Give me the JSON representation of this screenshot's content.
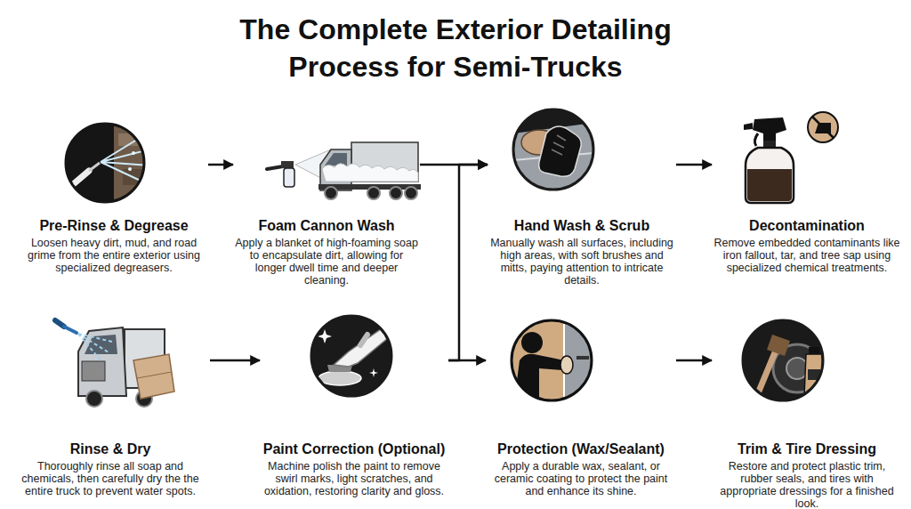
{
  "diagram": {
    "title": "The Complete Exterior Detailing Process for Semi-Trucks",
    "nodes": [
      {
        "text": [
          "Pre-Rinse & Degrease",
          "Loosen heavy dirt, mud, and road grime from the entire exterior using specialized degreasers."
        ]
      },
      {
        "text": [
          "Foam Cannon Wash",
          "Apply a blanket of high-foaming soap to encapsulate dirt, allowing for longer dwell time and deeper cleaning."
        ]
      },
      {
        "text": [
          "Hand Wash & Scrub",
          "Manually wash all surfaces, including high areas, with soft brushes and mitts, paying attention to intricate details."
        ]
      },
      {
        "text": [
          "Decontamination",
          "Remove embedded contaminants like iron fallout, tar, and tree sap using specialized chemical treatments."
        ]
      },
      {
        "text": [
          "Rinse & Dry",
          "Thoroughly rinse all soap and chemicals, then carefully dry the the entire truck to prevent water spots."
        ]
      },
      {
        "text": [
          "Paint Correction (Optional)",
          "Machine polish the paint to remove swirl marks, light scratches, and oxidation, restoring clarity and gloss."
        ]
      },
      {
        "text": [
          "Protection (Wax/Sealant)",
          "Apply a durable wax, sealant, or ceramic coating to protect the paint and enhance its shine."
        ]
      },
      {
        "text": [
          "Trim & Tire Dressing",
          "Restore and protect plastic trim, rubber seals, and tires with appropriate dressings for a finished look."
        ]
      }
    ],
    "edges": [
      {
        "from": 0,
        "to": 1,
        "arrow": "to"
      },
      {
        "from": 1,
        "to": 2,
        "arrow": "to"
      },
      {
        "from": 2,
        "to": 3,
        "arrow": "to"
      },
      {
        "from": 4,
        "to": 5,
        "arrow": "to"
      },
      {
        "from": 5,
        "to": 2,
        "arrow": "to"
      },
      {
        "from": 5,
        "to": 6,
        "arrow": "to"
      },
      {
        "from": 6,
        "to": 7,
        "arrow": "to"
      }
    ]
  }
}
